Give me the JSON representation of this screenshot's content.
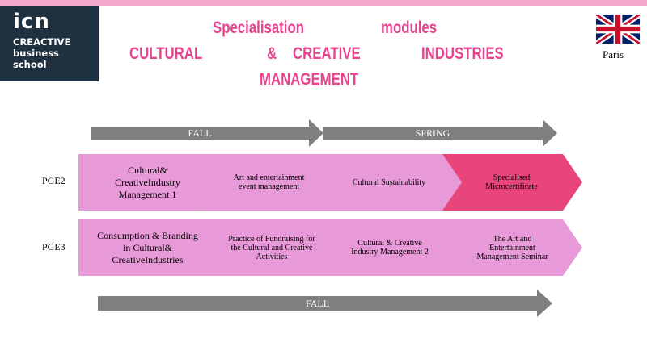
{
  "logo": {
    "line1": "icn",
    "line2": "CREACTIVE",
    "line3": "business",
    "line4": "school"
  },
  "header": {
    "title_word1": "Specialisation",
    "title_word2": "modules",
    "title_word3": "CULTURAL",
    "title_word4": "&",
    "title_word5": "CREATIVE",
    "title_word6": "INDUSTRIES",
    "title_word7": "MANAGEMENT"
  },
  "location": "Paris",
  "timeline": {
    "top_left_label": "FALL",
    "top_right_label": "SPRING",
    "bottom_label": "FALL"
  },
  "rows": [
    {
      "label": "PGE2",
      "modules": [
        {
          "text": "Cultural& CreativeIndustry Management 1"
        },
        {
          "text": "Art and entertainment event management"
        },
        {
          "text": "Cultural Sustainability"
        },
        {
          "text": "Specialised Microcertificate"
        }
      ]
    },
    {
      "label": "PGE3",
      "modules": [
        {
          "text": "Consumption & Branding in Cultural& CreativeIndustries"
        },
        {
          "text": "Practice of Fundraising for the Cultural and Creative Activities"
        },
        {
          "text": "Cultural & Creative Industry Management 2"
        },
        {
          "text": "The Art and Entertainment Management Seminar"
        }
      ]
    }
  ],
  "colors": {
    "chevron": "#e899d8",
    "highlight": "#e8457a",
    "arrow": "#7f7f7f",
    "title": "#e8438e",
    "logo_bg": "#1f3040"
  }
}
